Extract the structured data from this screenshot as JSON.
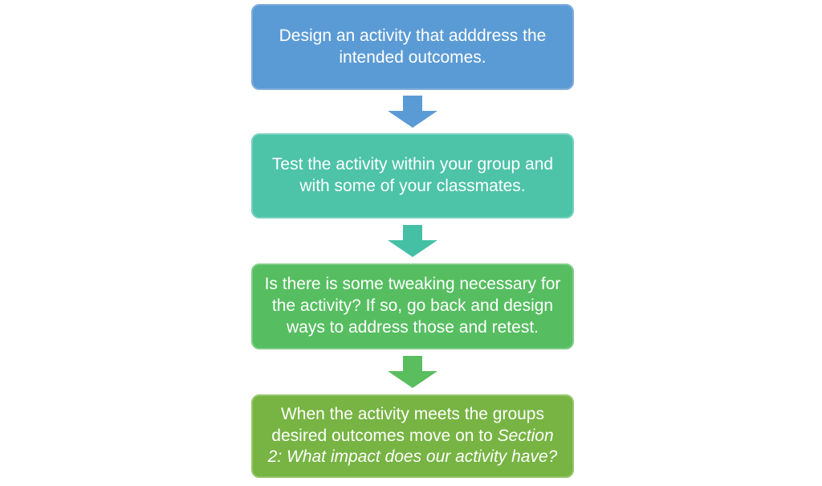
{
  "diagram": {
    "type": "flowchart",
    "direction": "top-down",
    "background_color": "#FFFFFF",
    "text_color": "#FFFFFF",
    "steps": [
      {
        "id": "design-activity",
        "lines": [
          "Design an activity that adddress the",
          "intended outcomes."
        ],
        "fill_color": "#5B9BD5",
        "border_color": "#7FACDC"
      },
      {
        "id": "test-activity",
        "lines": [
          "Test the activity within your group and",
          "with some of your classmates."
        ],
        "fill_color": "#4DC3A8",
        "border_color": "#74D1BC"
      },
      {
        "id": "tweak-and-retest",
        "lines": [
          "Is there is some tweaking necessary for",
          "the activity? If so, go back and design",
          "ways to address those and retest."
        ],
        "fill_color": "#56BE61",
        "border_color": "#7ECC86"
      },
      {
        "id": "meets-outcomes",
        "line1": "When the activity meets the groups",
        "line2_normal": "desired outcomes move on to ",
        "line2_italic": "Section",
        "line3_italic": "2: What impact does our activity have?",
        "fill_color": "#77B443",
        "border_color": "#97C76B"
      }
    ],
    "connectors": [
      {
        "id": "arrow-1",
        "shape": "down-block-arrow",
        "color": "#5B9BD5"
      },
      {
        "id": "arrow-2",
        "shape": "down-block-arrow",
        "color": "#45C0A5"
      },
      {
        "id": "arrow-3",
        "shape": "down-block-arrow",
        "color": "#5ABD5E"
      }
    ]
  }
}
